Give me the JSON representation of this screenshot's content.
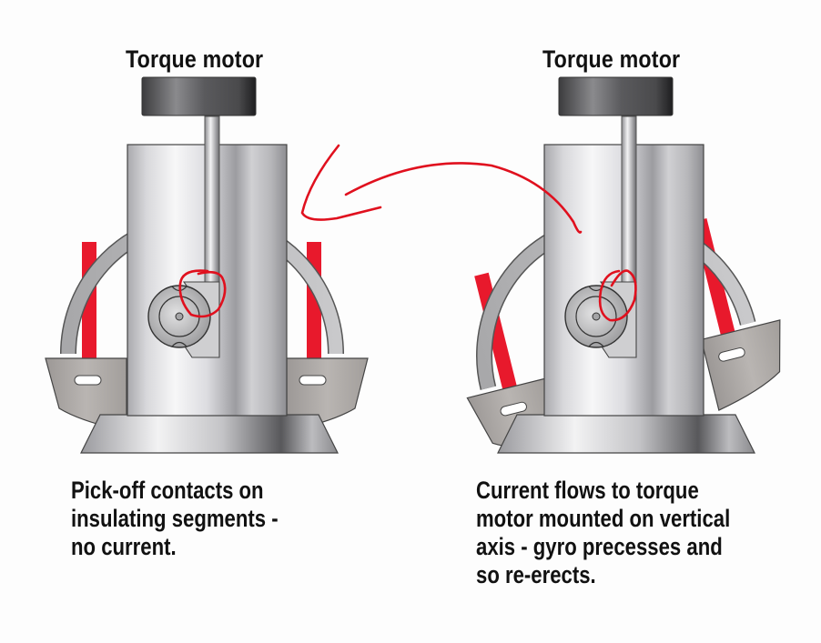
{
  "diagram": {
    "left_panel": {
      "label": "Torque motor",
      "state": "level",
      "caption_lines": [
        "Pick-off contacts on",
        "insulating segments -",
        "no current."
      ]
    },
    "right_panel": {
      "label": "Torque motor",
      "state": "tilted",
      "caption_lines": [
        "Current flows to torque",
        "motor mounted on vertical",
        "axis - gyro precesses and",
        "so re-erects."
      ]
    },
    "annotations": {
      "arrow": "red hand-drawn arrow from right gyro to left gyro",
      "circles": "red circles around pick-off contacts on both gyros"
    },
    "colors": {
      "torque_motor_segments": "#e8192c",
      "annotation_ink": "#e0101e",
      "motor_cap": "#4a4a4c"
    }
  }
}
